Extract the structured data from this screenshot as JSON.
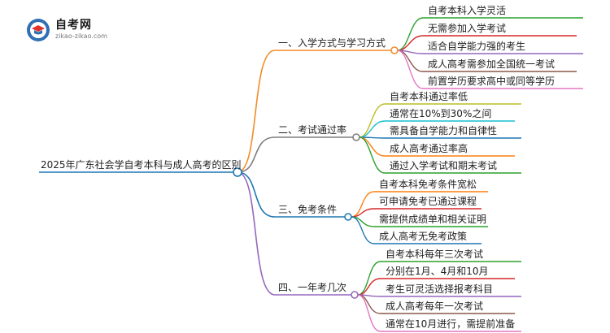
{
  "logo": {
    "title": "自考网",
    "subtitle": "zikao-zikao.com",
    "icon": "graduation-cap-icon"
  },
  "root": {
    "label": "2025年广东社会学自考本科与成人高考的区别"
  },
  "branches": [
    {
      "label": "一、入学方式与学习方式",
      "color": "#f28c28",
      "items": [
        "自考本科入学灵活",
        "无需参加入学考试",
        "适合自学能力强的考生",
        "成人高考需参加全国统一考试",
        "前置学历要求高中或同等学历"
      ],
      "item_colors": [
        "#2ca02c",
        "#d62728",
        "#9467bd",
        "#8c564b",
        "#e377c2"
      ]
    },
    {
      "label": "二、考试通过率",
      "color": "#7f7f7f",
      "items": [
        "自考本科通过率低",
        "通常在10%到30%之间",
        "需具备自学能力和自律性",
        "成人高考通过率高",
        "通过入学考试和期末考试"
      ],
      "item_colors": [
        "#bcbd22",
        "#17becf",
        "#1f77b4",
        "#ff7f0e",
        "#2ca02c"
      ]
    },
    {
      "label": "三、免考条件",
      "color": "#1f77b4",
      "items": [
        "自考本科免考条件宽松",
        "可申请免考已通过课程",
        "需提供成绩单和相关证明",
        "成人高考无免考政策"
      ],
      "item_colors": [
        "#ff7f0e",
        "#d62728",
        "#2ca02c",
        "#1f77b4"
      ]
    },
    {
      "label": "四、一年考几次",
      "color": "#9467bd",
      "items": [
        "自考本科每年三次考试",
        "分别在1月、4月和10月",
        "考生可灵活选择报考科目",
        "成人高考每年一次考试",
        "通常在10月进行，需提前准备"
      ],
      "item_colors": [
        "#2ca02c",
        "#d62728",
        "#9467bd",
        "#8c564b",
        "#e377c2"
      ]
    }
  ]
}
